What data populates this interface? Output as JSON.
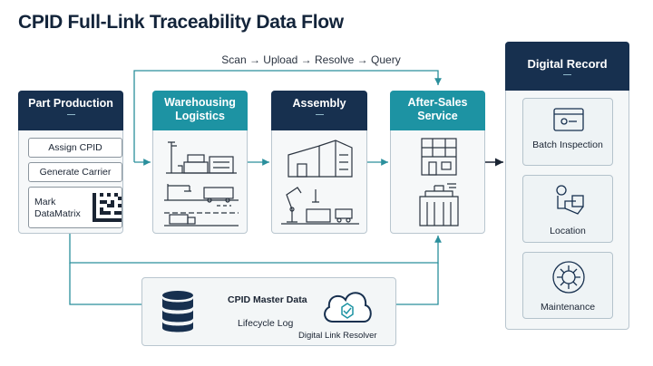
{
  "title": "CPID Full-Link Traceability Data Flow",
  "flow_label": "Scan → Upload → Resolve → Query",
  "stages": {
    "part_production": {
      "title": "Part Production"
    },
    "warehousing": {
      "title": "Warehousing Logistics"
    },
    "assembly": {
      "title": "Assembly"
    },
    "after_sales": {
      "title": "After-Sales Service"
    }
  },
  "production_steps": {
    "assign": "Assign CPID",
    "generate": "Generate Carrier",
    "mark": "Mark DataMatrix"
  },
  "data_hub": {
    "master": "CPID Master Data",
    "lifecycle": "Lifecycle Log",
    "resolver": "Digital Link Resolver"
  },
  "digital_record": {
    "title": "Digital Record",
    "items": [
      {
        "label": "Batch Inspection",
        "icon": "browser-inspection-icon"
      },
      {
        "label": "Location",
        "icon": "location-network-icon"
      },
      {
        "label": "Maintenance",
        "icon": "gear-maintenance-icon"
      }
    ]
  },
  "colors": {
    "navy": "#17304f",
    "teal": "#1d93a3",
    "arrow": "#2a8f9c",
    "panel": "#f6f8f9"
  }
}
